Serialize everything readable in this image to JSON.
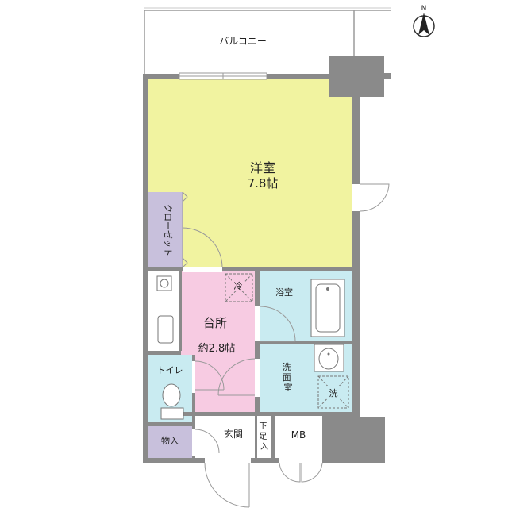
{
  "rooms": {
    "western_room": {
      "name": "洋室",
      "size": "7.8帖"
    },
    "closet": {
      "name": "クローゼット"
    },
    "kitchen": {
      "name": "台所",
      "size": "約2.8帖"
    },
    "fridge": {
      "mark": "冷"
    },
    "bath": {
      "name": "浴室"
    },
    "washroom": {
      "name": "洗面室"
    },
    "washer": {
      "mark": "洗"
    },
    "toilet": {
      "name": "トイレ"
    },
    "storage": {
      "name": "物入"
    },
    "entrance": {
      "name": "玄関"
    },
    "shoe_box": {
      "name": "下足入"
    },
    "meter_box": {
      "name": "MB"
    }
  },
  "balcony": {
    "label": "バルコニー"
  },
  "compass": {
    "north": "N"
  },
  "colors": {
    "wall": "#8a8a8a",
    "western_room": "#f1f3a0",
    "closet": "#c8c0dc",
    "kitchen": "#f7cbe2",
    "bath_wash": "#c9ebf1",
    "toilet": "#c9ebf1",
    "storage": "#c8c0dc"
  }
}
